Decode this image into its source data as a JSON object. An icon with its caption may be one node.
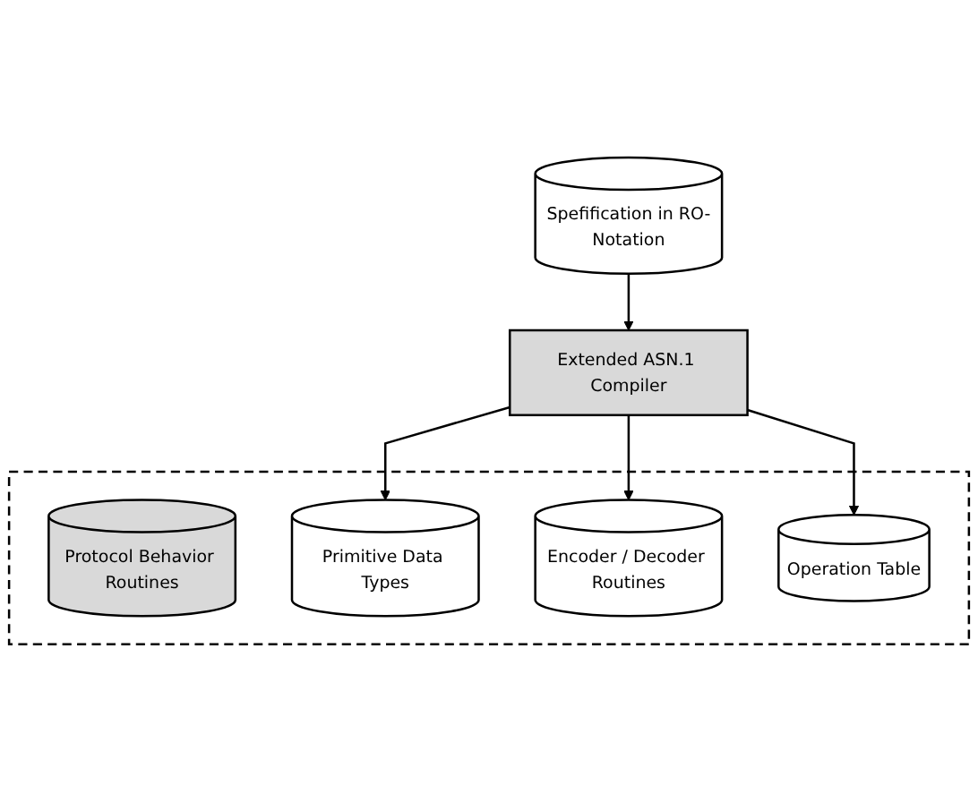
{
  "diagram": {
    "nodes": [
      {
        "text": [
          "Spefification in RO-Notation"
        ]
      },
      {
        "text": [
          "Extended ASN.1 Compiler"
        ]
      },
      {
        "text": [],
        "shape": "box"
      },
      {
        "text": [
          "Protocol Behavior Routines"
        ],
        "in": 2
      },
      {
        "text": [
          "Primitive Data Types"
        ],
        "in": 2
      },
      {
        "text": [
          "Encoder / Decoder Routines"
        ],
        "in": 2
      },
      {
        "text": [
          "Operation Table"
        ],
        "in": 2
      }
    ],
    "edges": [
      {
        "from": 0,
        "to": 1,
        "arrow": "to"
      },
      {
        "from": 1,
        "to": 4,
        "arrow": "to"
      },
      {
        "from": 1,
        "to": 5,
        "arrow": "to"
      },
      {
        "from": 1,
        "to": 6,
        "arrow": "to"
      }
    ]
  }
}
